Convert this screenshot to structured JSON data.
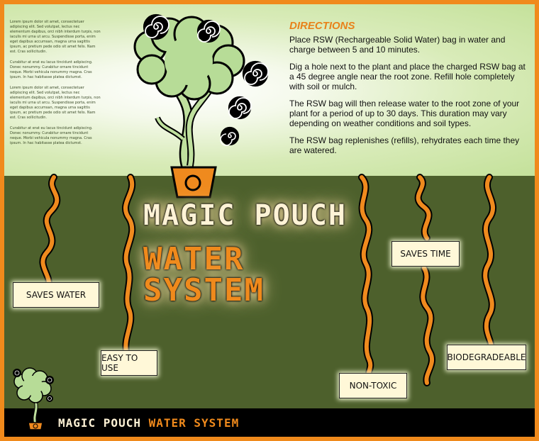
{
  "lorem_blocks": [
    "Lorem ipsum dolor sit amet, consectetuer adipiscing elit. Sed volutpat, lectus nec elementum dapibus, orci nibh interdum turpis, non iaculis mi urna ut arcu. Suspendisse porta, enim eget dapibus accumsan, magna urna sagittis ipsum, ac pretium pede odio sit amet felis. Nam est. Cras sollicitudin.",
    "Curabitur at erat eu lacus tincidunt adipiscing. Donec nonummy. Curabitur ornare tincidunt neque. Morbi vehicula nonummy magna. Cras ipsum. In hac habitasse platea dictumst.",
    "Lorem ipsum dolor sit amet, consectetuer adipiscing elit. Sed volutpat, lectus nec elementum dapibus, orci nibh interdum turpis, non iaculis mi urna ut arcu. Suspendisse porta, enim eget dapibus accumsan, magna urna sagittis ipsum, ac pretium pede odio sit amet felis. Nam est. Cras sollicitudin.",
    "Curabitur at erat eu lacus tincidunt adipiscing. Donec nonummy. Curabitur ornare tincidunt neque. Morbi vehicula nonummy magna. Cras ipsum. In hac habitasse platea dictumst."
  ],
  "directions": {
    "heading": "DIRECTIONS",
    "paragraphs": [
      "Place RSW (Rechargeable Solid Water) bag in water and charge between 5 and 10 minutes.",
      "Dig a hole next to the plant and place the charged RSW bag at a 45 degree angle near the root zone. Refill hole completely with soil or mulch.",
      "The RSW bag will then release water to the root zone of your plant for a period of up to 30 days. This duration may vary depending on weather conditions and soil types.",
      "The RSW bag replenishes (refills), rehydrates each time they are watered."
    ]
  },
  "title": {
    "line1": "Magic Pouch",
    "line2": "Water System"
  },
  "features": {
    "saves_water": "SAVES WATER",
    "easy_to_use": "EASY TO USE",
    "non_toxic": "NON-TOXIC",
    "saves_time": "SAVES TIME",
    "biodegradeable": "BIODEGRADEABLE"
  },
  "footer": {
    "line1": "Magic Pouch",
    "line2": "Water System"
  },
  "colors": {
    "accent_orange": "#f08a1c",
    "ground_green": "#4d602c",
    "tree_green": "#b7dc97",
    "tag_cream": "#fff8d8"
  }
}
